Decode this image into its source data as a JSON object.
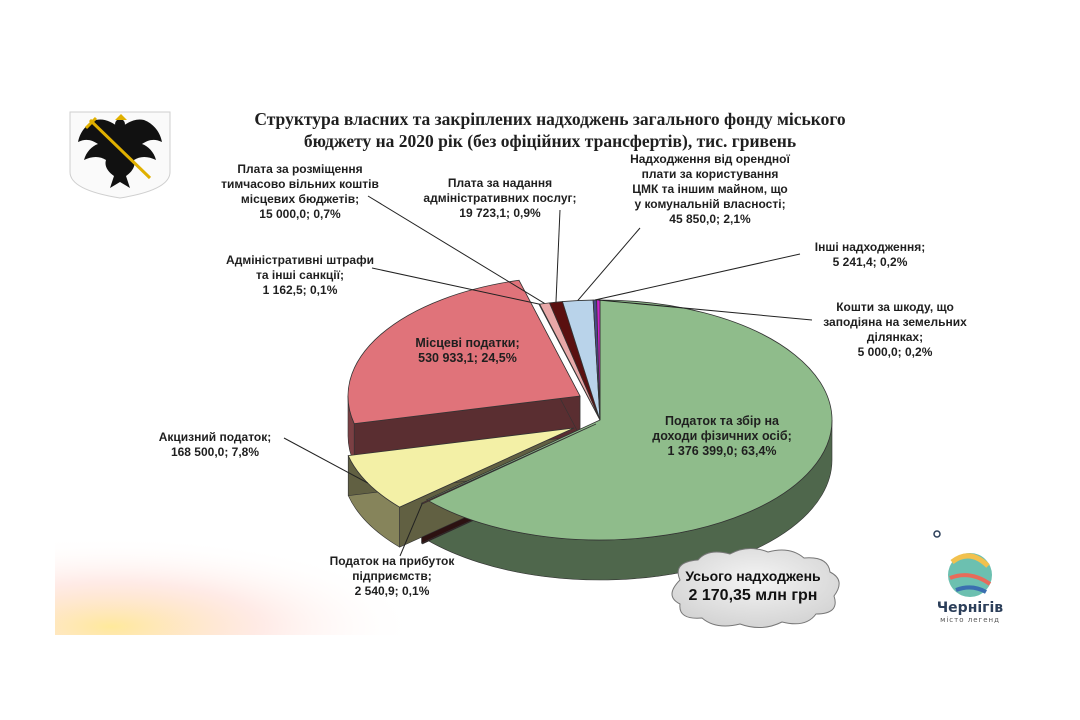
{
  "title_line1": "Структура власних та закріплених надходжень загального фонду міського",
  "title_line2": "бюджету на 2020 рік (без офіційних трансфертів), тис. гривень",
  "total": {
    "line1": "Усього надходжень",
    "line2": "2 170,35 млн грн"
  },
  "logo": {
    "name": "Чернігів",
    "tagline": "місто легенд"
  },
  "chart_data": {
    "type": "pie",
    "title": "Структура власних та закріплених надходжень загального фонду міського бюджету на 2020 рік (без офіційних трансфертів), тис. гривень",
    "unit": "тис. гривень",
    "slices": [
      {
        "label": [
          "Податок та збір на",
          "доходи фізичних осіб;"
        ],
        "value_text": "1 376 399,0; 63,4%",
        "value": 1376399.0,
        "percent": 63.4,
        "color": "#8fbc8b"
      },
      {
        "label": [
          "Податок на прибуток",
          "підприємств;"
        ],
        "value_text": "2 540,9; 0,1%",
        "value": 2540.9,
        "percent": 0.1,
        "color": "#6e2b2b"
      },
      {
        "label": [
          "Акцизний податок;"
        ],
        "value_text": "168 500,0; 7,8%",
        "value": 168500.0,
        "percent": 7.8,
        "color": "#f3f0a6"
      },
      {
        "label": [
          "Місцеві податки;"
        ],
        "value_text": "530 933,1; 24,5%",
        "value": 530933.1,
        "percent": 24.5,
        "color": "#e0737a"
      },
      {
        "label": [
          "Адміністративні штрафи",
          "та інші санкції;"
        ],
        "value_text": "1 162,5; 0,1%",
        "value": 1162.5,
        "percent": 0.1,
        "color": "#8b8b8b"
      },
      {
        "label": [
          "Плата за розміщення",
          "тимчасово вільних коштів",
          "місцевих бюджетів;"
        ],
        "value_text": "15 000,0; 0,7%",
        "value": 15000.0,
        "percent": 0.7,
        "color": "#e8a8a8"
      },
      {
        "label": [
          "Плата за надання",
          "адміністративних послуг;"
        ],
        "value_text": "19 723,1; 0,9%",
        "value": 19723.1,
        "percent": 0.9,
        "color": "#5a1010"
      },
      {
        "label": [
          "Надходження від орендної",
          "плати за користування",
          "ЦМК та іншим майном, що",
          "у комунальній власності;"
        ],
        "value_text": "45 850,0; 2,1%",
        "value": 45850.0,
        "percent": 2.1,
        "color": "#b9d3ea"
      },
      {
        "label": [
          "Інші надходження;"
        ],
        "value_text": "5 241,4; 0,2%",
        "value": 5241.4,
        "percent": 0.2,
        "color": "#4a4a8a"
      },
      {
        "label": [
          "Кошти за шкоду, що",
          "заподіяна на земельних",
          "ділянках;"
        ],
        "value_text": "5 000,0; 0,2%",
        "value": 5000.0,
        "percent": 0.2,
        "color": "#cc22cc"
      }
    ]
  }
}
